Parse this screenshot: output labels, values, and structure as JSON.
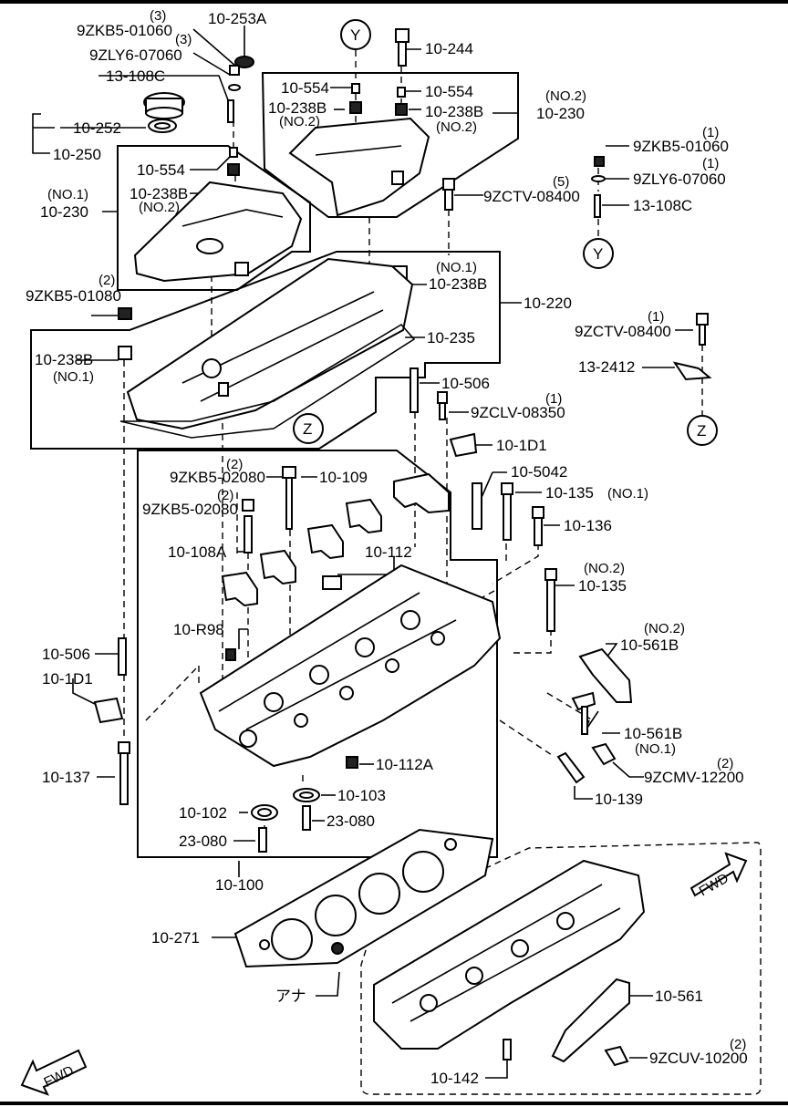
{
  "labels": {
    "l_10_253A": "10-253A",
    "l_9ZKB5_01060_a": "9ZKB5-01060",
    "q_3a": "(3)",
    "l_9ZLY6_07060_a": "9ZLY6-07060",
    "q_3b": "(3)",
    "l_13_108C_a": "13-108C",
    "l_10_252": "10-252",
    "l_10_250": "10-250",
    "l_10_554_a": "10-554",
    "l_10_238B_a": "10-238B",
    "no2_a": "(NO.2)",
    "no1_230": "(NO.1)",
    "l_10_230_a": "10-230",
    "q_2a": "(2)",
    "l_9ZKB5_01080": "9ZKB5-01080",
    "l_10_238B_b": "10-238B",
    "no1_b": "(NO.1)",
    "y_top": "Y",
    "l_10_244": "10-244",
    "l_10_554_b": "10-554",
    "l_10_554_c": "10-554",
    "l_10_238B_c": "10-238B",
    "no2_b": "(NO.2)",
    "l_10_238B_d": "10-238B",
    "no2_c": "(NO.2)",
    "no2_230": "(NO.2)",
    "l_10_230_b": "10-230",
    "q_1a": "(1)",
    "l_9ZKB5_01060_b": "9ZKB5-01060",
    "q_1b": "(1)",
    "l_9ZLY6_07060_b": "9ZLY6-07060",
    "q_5": "(5)",
    "l_9ZCTV_08400_a": "9ZCTV-08400",
    "l_13_108C_b": "13-108C",
    "y_mid": "Y",
    "no1_c": "(NO.1)",
    "l_10_238B_e": "10-238B",
    "l_10_220": "10-220",
    "l_10_235": "10-235",
    "q_1c": "(1)",
    "l_9ZCTV_08400_b": "9ZCTV-08400",
    "l_13_2412": "13-2412",
    "z_right": "Z",
    "l_10_506_a": "10-506",
    "q_1d": "(1)",
    "l_9ZCLV_08350": "9ZCLV-08350",
    "z_center": "Z",
    "l_10_1D1_a": "10-1D1",
    "q_2b": "(2)",
    "l_9ZKB5_02080_a": "9ZKB5-02080",
    "l_10_109": "10-109",
    "q_2c": "(2)",
    "l_9ZKB5_02080_b": "9ZKB5-02080",
    "l_10_5042": "10-5042",
    "l_10_135_a": "10-135",
    "no1_d": "(NO.1)",
    "l_10_136": "10-136",
    "l_10_108A": "10-108A",
    "l_10_112": "10-112",
    "no2_d": "(NO.2)",
    "l_10_135_b": "10-135",
    "l_10_R98": "10-R98",
    "no2_e": "(NO.2)",
    "l_10_561B_a": "10-561B",
    "l_10_506_b": "10-506",
    "l_10_1D1_b": "10-1D1",
    "l_10_561B_b": "10-561B",
    "no1_e": "(NO.1)",
    "q_2d": "(2)",
    "l_9ZCMV_12200": "9ZCMV-12200",
    "l_10_137": "10-137",
    "l_10_112A": "10-112A",
    "l_10_139": "10-139",
    "l_10_103": "10-103",
    "l_10_102": "10-102",
    "l_23_080_a": "23-080",
    "l_23_080_b": "23-080",
    "l_10_100": "10-100",
    "l_10_271": "10-271",
    "ana": "アナ",
    "fwd_right": "FWD",
    "l_10_561": "10-561",
    "q_2e": "(2)",
    "l_9ZCUV_10200": "9ZCUV-10200",
    "l_10_142": "10-142",
    "fwd_left": "FWD"
  }
}
